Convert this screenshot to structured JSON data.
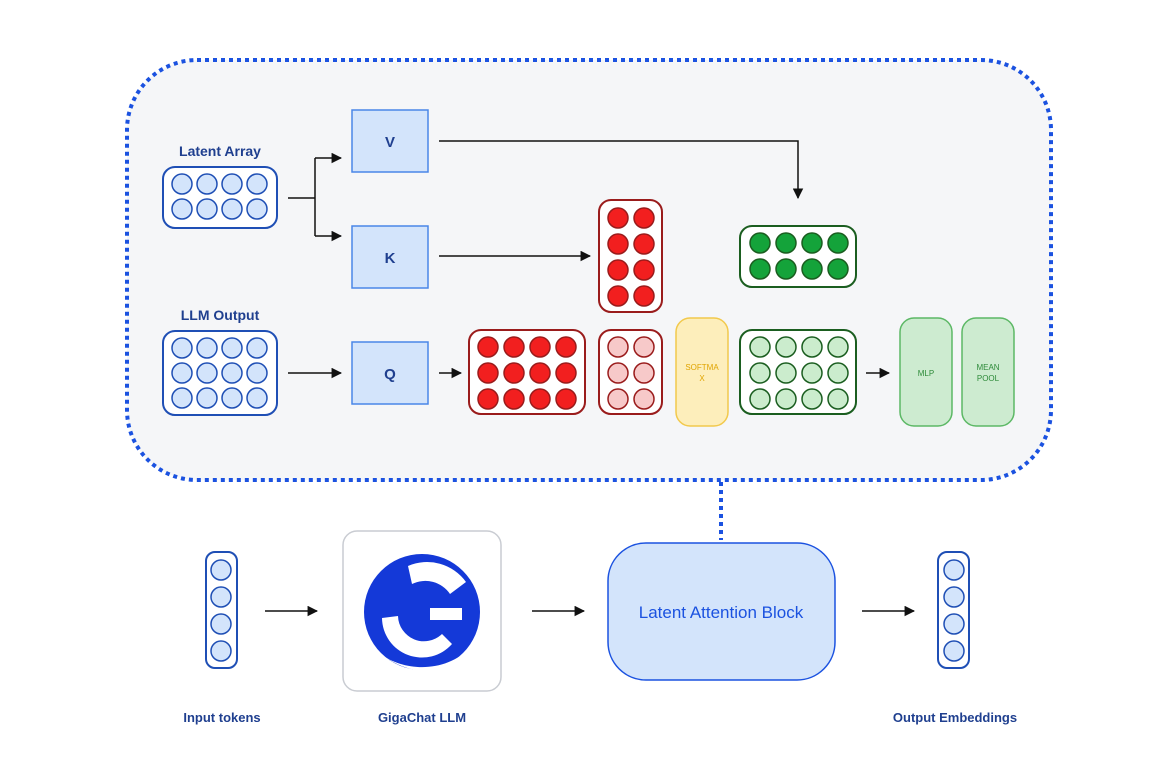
{
  "labels": {
    "latent_array": "Latent Array",
    "llm_output": "LLM Output",
    "v": "V",
    "k": "K",
    "q": "Q",
    "softmax_line1": "SOFTMA",
    "softmax_line2": "X",
    "mlp": "MLP",
    "mean_line1": "MEAN",
    "mean_line2": "POOL",
    "latent_attention_block": "Latent Attention Block",
    "input_tokens": "Input tokens",
    "gigachat_llm": "GigaChat LLM",
    "output_embeddings": "Output Embeddings"
  },
  "colors": {
    "blue_stroke": "#1f4fb5",
    "blue_fill": "#d3e4fb",
    "dotted_border": "#1b52e0",
    "panel_fill": "#f5f6f8",
    "red_stroke": "#9a1c1c",
    "red_fill": "#f21f1f",
    "pink_fill": "#f7c9c9",
    "green_stroke": "#1b5e20",
    "green_fill": "#14a33a",
    "light_green_fill": "#cbeccd",
    "yellow_fill": "#fdeebb",
    "yellow_stroke": "#f2c94c",
    "yellow_text": "#e0a400",
    "mlp_fill": "#cdebd0",
    "mlp_stroke": "#5cb865",
    "mlp_text": "#2e8b3a",
    "logo_blue": "#1439d8"
  }
}
